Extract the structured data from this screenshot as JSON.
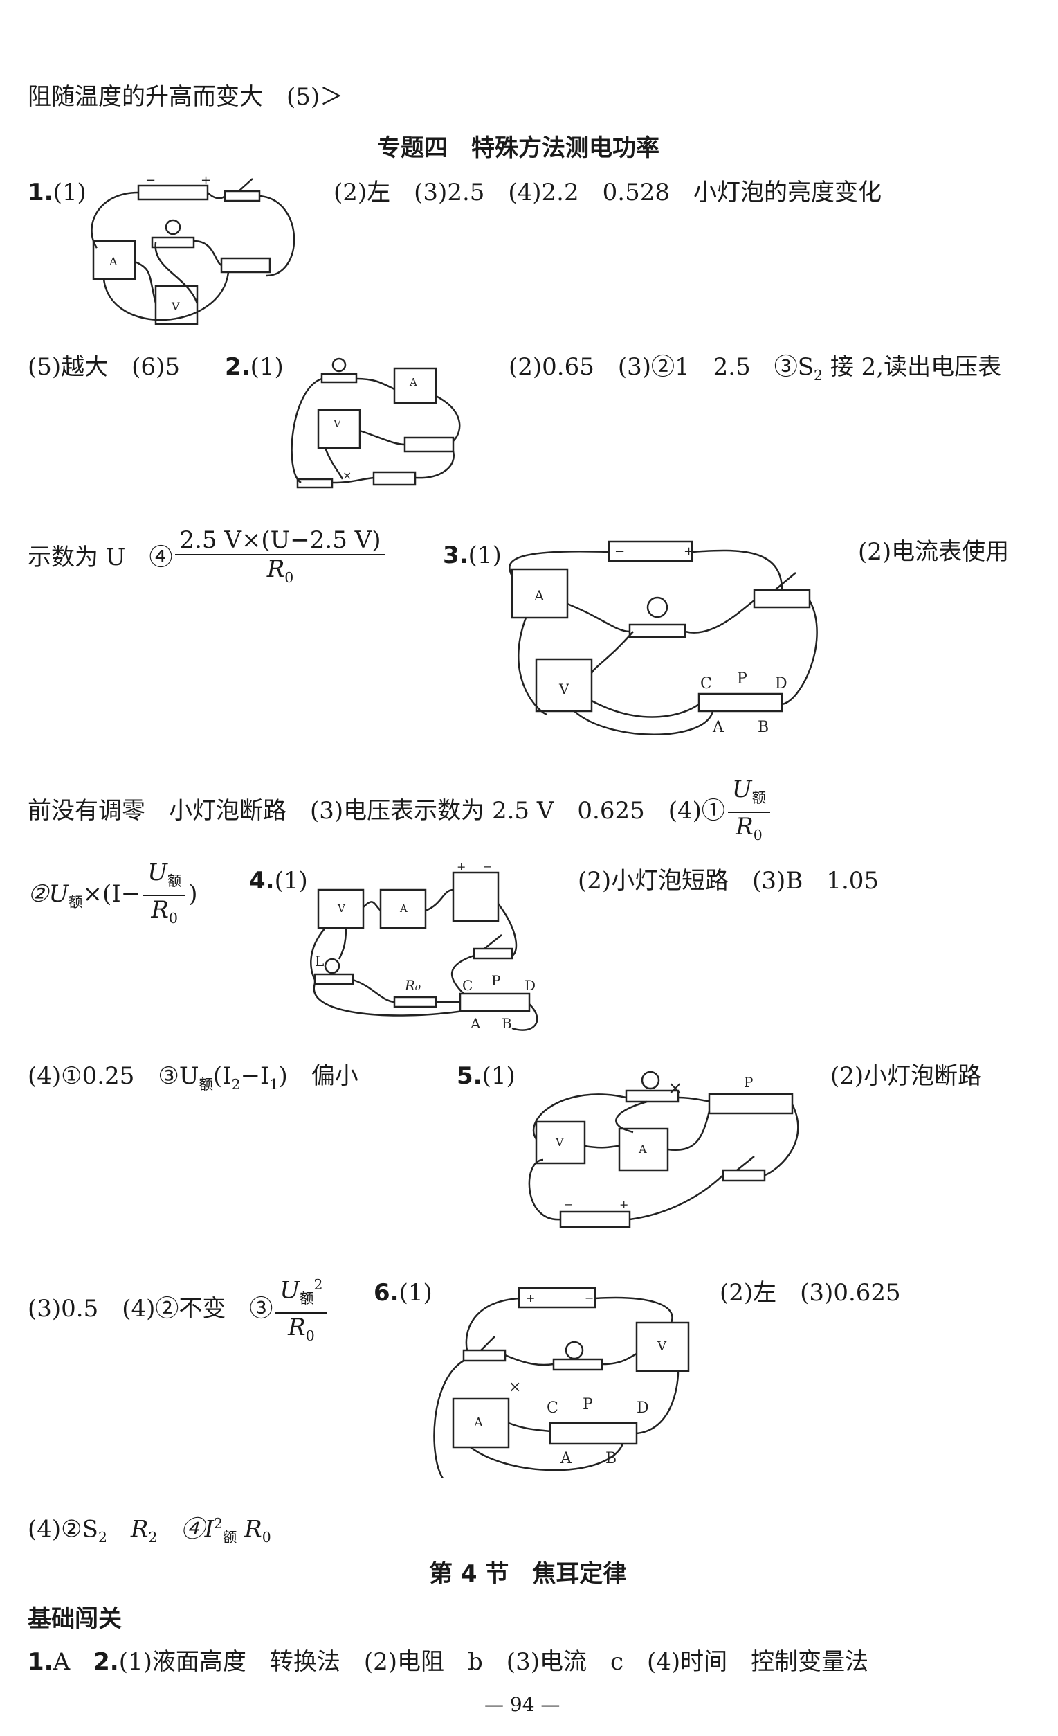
{
  "lines": {
    "l1": "阻随温度的升高而变大　(5)＞",
    "topic": "专题四　特殊方法测电功率",
    "q1_label": "1.",
    "q1_part1": "(1)",
    "q1_rest": "(2)左　(3)2.5　(4)2.2　0.528　小灯泡的亮度变化",
    "q1_cont": "(5)越大　(6)5",
    "q2_label": "2.",
    "q2_part1": "(1)",
    "q2_rest": "(2)0.65　(3)②1　2.5　③S",
    "q2_rest_sub": "2",
    "q2_rest2": " 接 2,读出电压表",
    "q2_cont": "示数为 U　④",
    "q2_frac_num": "2.5 V×(U−2.5 V)",
    "q2_frac_den": "R",
    "q2_frac_den_sub": "0",
    "q3_label": "3.",
    "q3_part1": "(1)",
    "q3_rest": "(2)电流表使用",
    "q3_cont": "前没有调零　小灯泡断路　(3)电压表示数为 2.5 V　0.625　(4)①",
    "q3_frac1_num": "U",
    "q3_frac1_num_sub": "额",
    "q3_frac1_den": "R",
    "q3_frac1_den_sub": "0",
    "q3_cont2_a": "②U",
    "q3_cont2_sub": "额",
    "q3_cont2_b": "×(I−",
    "q3_cont2_c": ")",
    "q4_label": "4.",
    "q4_part1": "(1)",
    "q4_rest": "(2)小灯泡短路　(3)B　1.05",
    "q4_cont": "(4)①0.25　③U",
    "q4_cont_sub": "额",
    "q4_cont_b": "(I",
    "q4_cont_i2": "2",
    "q4_cont_c": "−I",
    "q4_cont_i1": "1",
    "q4_cont_d": ")　偏小",
    "q5_label": "5.",
    "q5_part1": "(1)",
    "q5_rest": "(2)小灯泡断路",
    "q5_cont": "(3)0.5　(4)②不变　③",
    "q5_frac_num": "U",
    "q5_frac_num_sub": "额",
    "q5_frac_num_sup": "2",
    "q5_frac_den": "R",
    "q5_frac_den_sub": "0",
    "q6_label": "6.",
    "q6_part1": "(1)",
    "q6_rest": "(2)左　(3)0.625",
    "q6_cont": "(4)②S",
    "q6_cont_sub": "2",
    "q6_cont_b": "　R",
    "q6_cont_b_sub": "2",
    "q6_cont_c": "　④I",
    "q6_cont_c_sup": "2",
    "q6_cont_c_sub": "额",
    "q6_cont_d": "R",
    "q6_cont_d_sub": "0",
    "section": "第 4 节　焦耳定律",
    "basic": "基础闯关",
    "last_label1": "1.",
    "last_a": "A　",
    "last_label2": "2.",
    "last_rest": "(1)液面高度　转换法　(2)电阻　b　(3)电流　c　(4)时间　控制变量法"
  },
  "page_number": "— 94 —",
  "figure_labels": {
    "ammeter": "A",
    "voltmeter": "V",
    "minus": "−",
    "plus": "+",
    "C": "C",
    "P": "P",
    "D": "D",
    "A": "A",
    "B": "B",
    "L": "L",
    "R0": "R₀",
    "cross": "×"
  }
}
